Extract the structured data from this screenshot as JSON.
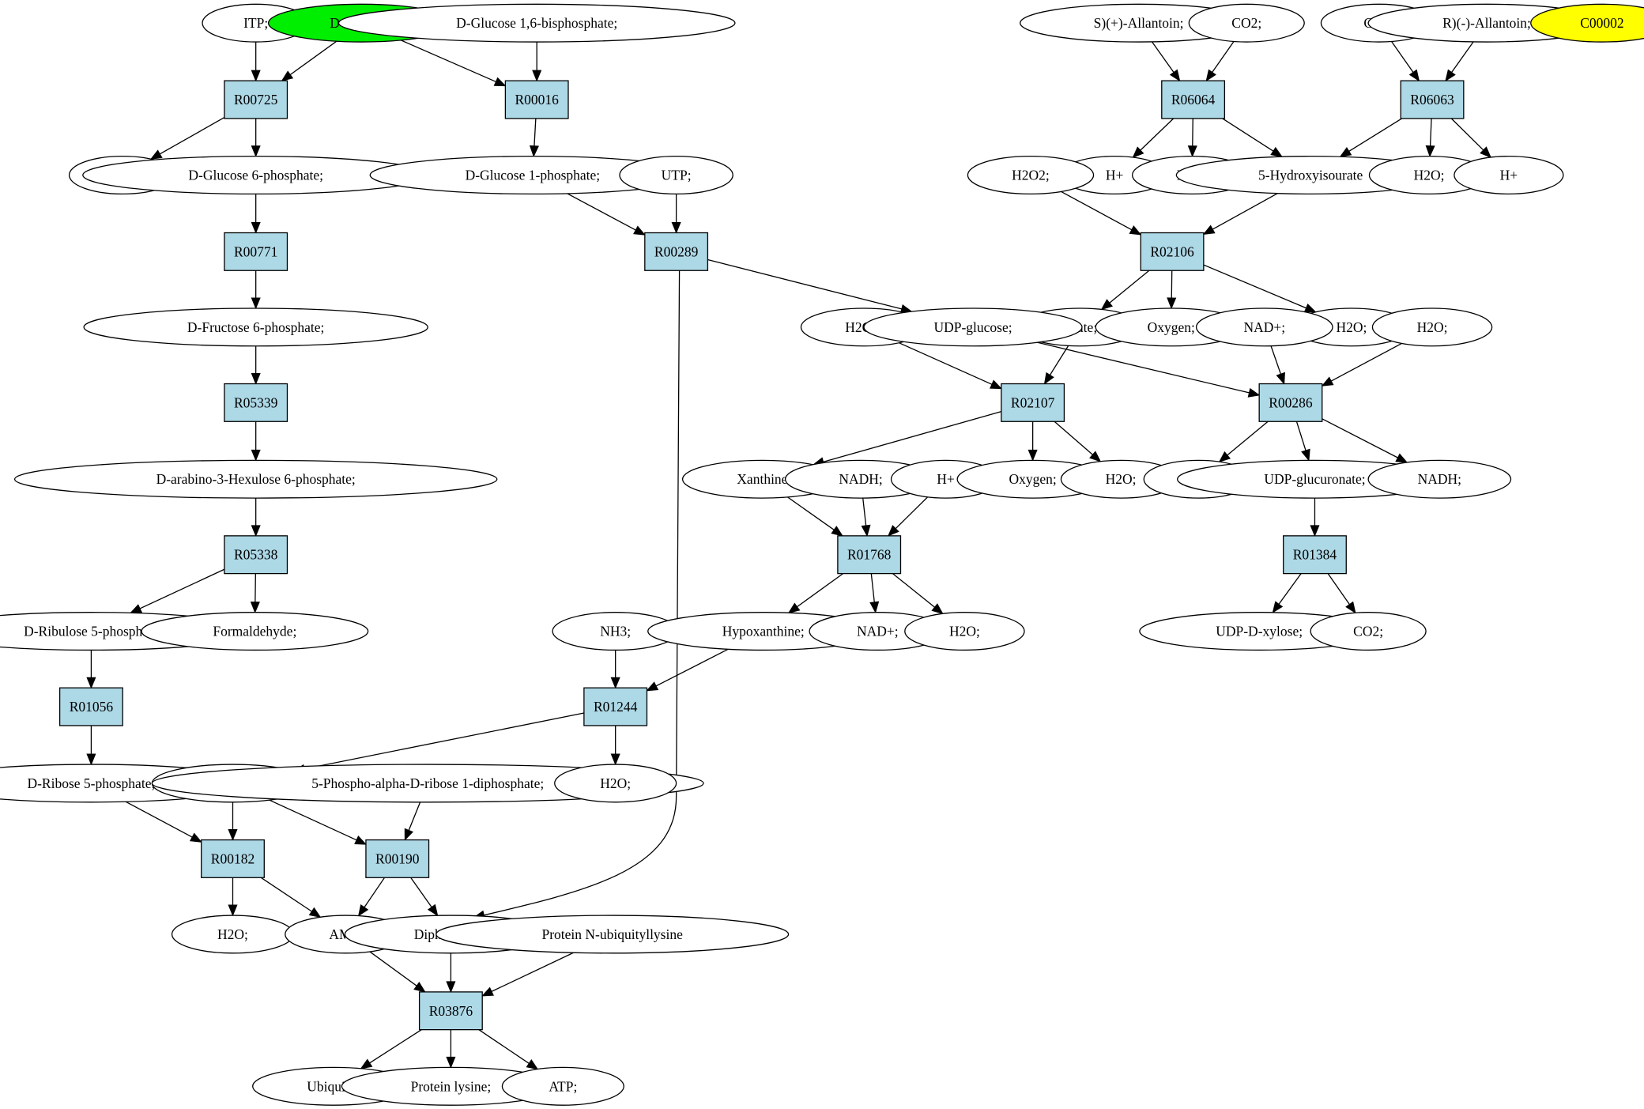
{
  "colors": {
    "reaction_fill": "#add8e6",
    "compound_fill": "#ffffff",
    "highlight_green": "#00ee00",
    "highlight_yellow": "#ffff00"
  },
  "reactions": [
    {
      "id": "R00725",
      "label": "R00725"
    },
    {
      "id": "R00016",
      "label": "R00016"
    },
    {
      "id": "R00771",
      "label": "R00771"
    },
    {
      "id": "R00289",
      "label": "R00289"
    },
    {
      "id": "R05339",
      "label": "R05339"
    },
    {
      "id": "R05338",
      "label": "R05338"
    },
    {
      "id": "R01056",
      "label": "R01056"
    },
    {
      "id": "R01244",
      "label": "R01244"
    },
    {
      "id": "R00182",
      "label": "R00182"
    },
    {
      "id": "R00190",
      "label": "R00190"
    },
    {
      "id": "R03876",
      "label": "R03876"
    },
    {
      "id": "R06064",
      "label": "R06064"
    },
    {
      "id": "R06063",
      "label": "R06063"
    },
    {
      "id": "R02106",
      "label": "R02106"
    },
    {
      "id": "R02107",
      "label": "R02107"
    },
    {
      "id": "R00286",
      "label": "R00286"
    },
    {
      "id": "R01768",
      "label": "R01768"
    },
    {
      "id": "R01384",
      "label": "R01384"
    }
  ],
  "compounds": [
    {
      "id": "itp",
      "label": "ITP;"
    },
    {
      "id": "dglucose",
      "label": "D-Glucose;",
      "highlight": "green"
    },
    {
      "id": "dg16bp",
      "label": "D-Glucose 1,6-bisphosphate;"
    },
    {
      "id": "idp",
      "label": "IDP;"
    },
    {
      "id": "dg6p",
      "label": "D-Glucose 6-phosphate;"
    },
    {
      "id": "dg1p",
      "label": "D-Glucose 1-phosphate;"
    },
    {
      "id": "utp",
      "label": "UTP;"
    },
    {
      "id": "df6p",
      "label": "D-Fructose 6-phosphate;"
    },
    {
      "id": "dah6p",
      "label": "D-arabino-3-Hexulose 6-phosphate;"
    },
    {
      "id": "dru5p",
      "label": "D-Ribulose 5-phosphate"
    },
    {
      "id": "formaldehyde",
      "label": "Formaldehyde;"
    },
    {
      "id": "dr5p",
      "label": "D-Ribose 5-phosphate;"
    },
    {
      "id": "adenine",
      "label": "Adenine;"
    },
    {
      "id": "prpp",
      "label": "5-Phospho-alpha-D-ribose 1-diphosphate;"
    },
    {
      "id": "nh3",
      "label": "NH3;"
    },
    {
      "id": "h2o_r01244",
      "label": "H2O;"
    },
    {
      "id": "h2o_r00182",
      "label": "H2O;"
    },
    {
      "id": "amp",
      "label": "AMP;"
    },
    {
      "id": "diphosphate",
      "label": "Diphosphate;"
    },
    {
      "id": "pnub",
      "label": "Protein N-ubiquityllysine"
    },
    {
      "id": "ubiquitin",
      "label": "Ubiquitin"
    },
    {
      "id": "plys",
      "label": "Protein lysine;"
    },
    {
      "id": "atp",
      "label": "ATP;"
    },
    {
      "id": "sallan",
      "label": "S)(+)-Allantoin;"
    },
    {
      "id": "co2_a",
      "label": "CO2;"
    },
    {
      "id": "co2_b",
      "label": "CO2;"
    },
    {
      "id": "rallan",
      "label": "R)(-)-Allantoin;"
    },
    {
      "id": "c00002",
      "label": "C00002",
      "highlight": "yellow"
    },
    {
      "id": "hplus_a",
      "label": "H+"
    },
    {
      "id": "h2o_a",
      "label": "H2O;"
    },
    {
      "id": "hiu",
      "label": "5-Hydroxyisourate"
    },
    {
      "id": "h2o_b",
      "label": "H2O;"
    },
    {
      "id": "hplus_b",
      "label": "H+"
    },
    {
      "id": "h2o2_a",
      "label": "H2O2;"
    },
    {
      "id": "urate",
      "label": "Urate;"
    },
    {
      "id": "oxygen_a",
      "label": "Oxygen;"
    },
    {
      "id": "h2o_c",
      "label": "H2O;"
    },
    {
      "id": "h2o2_b",
      "label": "H2O2;"
    },
    {
      "id": "udpglc",
      "label": "UDP-glucose;"
    },
    {
      "id": "nadplus_a",
      "label": "NAD+;"
    },
    {
      "id": "h2o_d",
      "label": "H2O;"
    },
    {
      "id": "xanthine",
      "label": "Xanthine"
    },
    {
      "id": "nadh_a",
      "label": "NADH;"
    },
    {
      "id": "hplus_c",
      "label": "H+"
    },
    {
      "id": "oxygen_b",
      "label": "Oxygen;"
    },
    {
      "id": "h2o_e",
      "label": "H2O;"
    },
    {
      "id": "hplus_d",
      "label": "H+"
    },
    {
      "id": "udpglcA",
      "label": "UDP-glucuronate;"
    },
    {
      "id": "nadh_b",
      "label": "NADH;"
    },
    {
      "id": "hypoxanthine",
      "label": "Hypoxanthine;"
    },
    {
      "id": "nadplus_b",
      "label": "NAD+;"
    },
    {
      "id": "h2o_f",
      "label": "H2O;"
    },
    {
      "id": "udpxyl",
      "label": "UDP-D-xylose;"
    },
    {
      "id": "co2_c",
      "label": "CO2;"
    }
  ],
  "edges": [
    [
      "itp",
      "R00725"
    ],
    [
      "dglucose",
      "R00725"
    ],
    [
      "dglucose",
      "R00016"
    ],
    [
      "dg16bp",
      "R00016"
    ],
    [
      "R00725",
      "idp"
    ],
    [
      "R00725",
      "dg6p"
    ],
    [
      "R00016",
      "dg1p"
    ],
    [
      "dg6p",
      "R00771"
    ],
    [
      "R00771",
      "df6p"
    ],
    [
      "df6p",
      "R05339"
    ],
    [
      "R05339",
      "dah6p"
    ],
    [
      "dah6p",
      "R05338"
    ],
    [
      "R05338",
      "dru5p"
    ],
    [
      "R05338",
      "formaldehyde"
    ],
    [
      "dru5p",
      "R01056"
    ],
    [
      "R01056",
      "dr5p"
    ],
    [
      "dg1p",
      "R00289"
    ],
    [
      "utp",
      "R00289"
    ],
    [
      "R00289",
      "udpglc"
    ],
    [
      "R00289",
      "diphosphate"
    ],
    [
      "dr5p",
      "R00182"
    ],
    [
      "adenine",
      "R00182"
    ],
    [
      "adenine",
      "R00190"
    ],
    [
      "prpp",
      "R00190"
    ],
    [
      "R00182",
      "h2o_r00182"
    ],
    [
      "R00182",
      "amp"
    ],
    [
      "R00190",
      "amp"
    ],
    [
      "R00190",
      "diphosphate"
    ],
    [
      "amp",
      "R03876"
    ],
    [
      "diphosphate",
      "R03876"
    ],
    [
      "pnub",
      "R03876"
    ],
    [
      "R03876",
      "ubiquitin"
    ],
    [
      "R03876",
      "plys"
    ],
    [
      "R03876",
      "atp"
    ],
    [
      "nh3",
      "R01244"
    ],
    [
      "hypoxanthine",
      "R01244"
    ],
    [
      "R01244",
      "adenine"
    ],
    [
      "R01244",
      "h2o_r01244"
    ],
    [
      "sallan",
      "R06064"
    ],
    [
      "co2_a",
      "R06064"
    ],
    [
      "R06064",
      "hplus_a"
    ],
    [
      "R06064",
      "h2o_a"
    ],
    [
      "R06064",
      "hiu"
    ],
    [
      "co2_b",
      "R06063"
    ],
    [
      "rallan",
      "R06063"
    ],
    [
      "R06063",
      "hiu"
    ],
    [
      "R06063",
      "h2o_b"
    ],
    [
      "R06063",
      "hplus_b"
    ],
    [
      "h2o2_a",
      "R02106"
    ],
    [
      "hiu",
      "R02106"
    ],
    [
      "R02106",
      "urate"
    ],
    [
      "R02106",
      "oxygen_a"
    ],
    [
      "R02106",
      "h2o_c"
    ],
    [
      "h2o2_b",
      "R02107"
    ],
    [
      "urate",
      "R02107"
    ],
    [
      "R02107",
      "xanthine"
    ],
    [
      "R02107",
      "oxygen_b"
    ],
    [
      "R02107",
      "h2o_e"
    ],
    [
      "udpglc",
      "R00286"
    ],
    [
      "nadplus_a",
      "R00286"
    ],
    [
      "h2o_d",
      "R00286"
    ],
    [
      "R00286",
      "hplus_d"
    ],
    [
      "R00286",
      "udpglcA"
    ],
    [
      "R00286",
      "nadh_b"
    ],
    [
      "xanthine",
      "R01768"
    ],
    [
      "nadh_a",
      "R01768"
    ],
    [
      "hplus_c",
      "R01768"
    ],
    [
      "R01768",
      "hypoxanthine"
    ],
    [
      "R01768",
      "nadplus_b"
    ],
    [
      "R01768",
      "h2o_f"
    ],
    [
      "udpglcA",
      "R01384"
    ],
    [
      "R01384",
      "udpxyl"
    ],
    [
      "R01384",
      "co2_c"
    ]
  ]
}
